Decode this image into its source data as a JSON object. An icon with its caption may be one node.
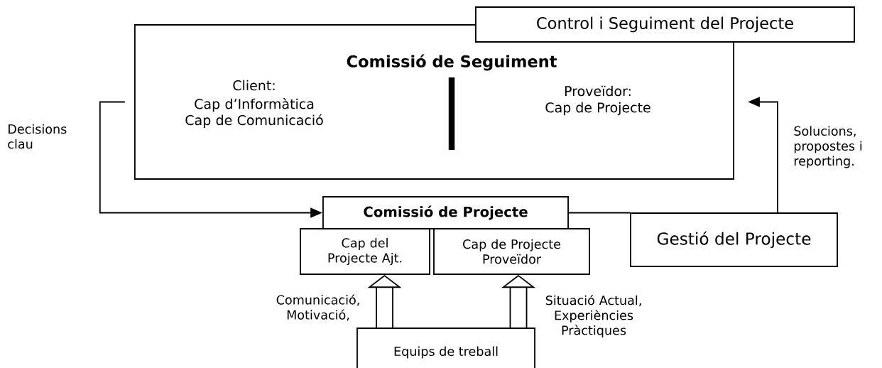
{
  "diagram": {
    "nodes": [
      {
        "text": [
          "Comissió de Seguiment",
          "Client:",
          "Cap d’Informàtica Cap de Comunicació",
          "Proveïdor:",
          "Cap de Projecte"
        ]
      },
      {
        "text": [
          "Control i Seguiment del Projecte"
        ]
      },
      {
        "text": [
          "Comissió de Projecte"
        ]
      },
      {
        "text": [
          "Cap del Projecte Ajt."
        ]
      },
      {
        "text": [
          "Cap de Projecte Proveïdor"
        ]
      },
      {
        "text": [
          "Gestió del Projecte"
        ]
      },
      {
        "text": [
          "Equips de treball"
        ]
      }
    ],
    "edges": [
      {
        "from": 0,
        "to": 2,
        "arrow": "to",
        "label": "Decisions clau"
      },
      {
        "from": 5,
        "to": 0,
        "arrow": "to",
        "label": "Solucions, propostes i reporting."
      },
      {
        "from": 2,
        "to": 5,
        "arrow": "none"
      },
      {
        "from": 6,
        "to": 3,
        "arrow": "to",
        "label": "Comunicació, Motivació,",
        "style": "thick"
      },
      {
        "from": 6,
        "to": 4,
        "arrow": "to",
        "label": "Situació Actual, Experiències Pràctiques",
        "style": "thick"
      }
    ]
  }
}
